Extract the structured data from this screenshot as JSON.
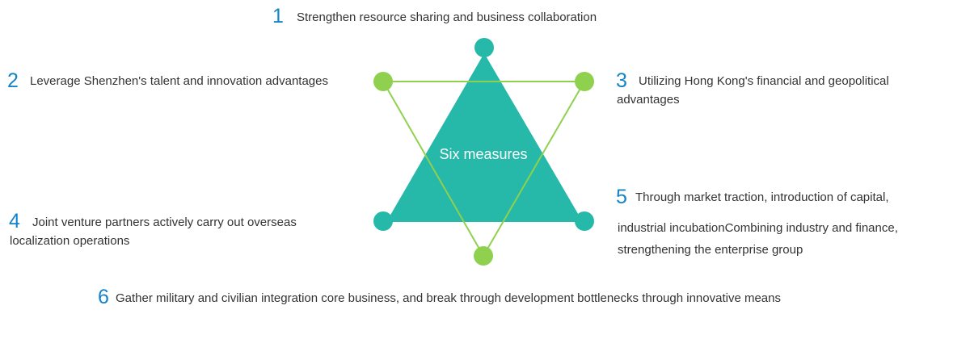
{
  "center_label": "Six measures",
  "colors": {
    "triangle": "#26b8a9",
    "inverted_triangle": "#8fd14f",
    "number": "#1384c8"
  },
  "measures": [
    {
      "number": "1",
      "lines": [
        "Strengthen resource sharing and business collaboration"
      ]
    },
    {
      "number": "2",
      "lines": [
        "Leverage Shenzhen's talent and innovation advantages"
      ]
    },
    {
      "number": "3",
      "lines": [
        "Utilizing Hong Kong's financial and geopolitical",
        "advantages"
      ]
    },
    {
      "number": "4",
      "lines": [
        "Joint venture partners actively carry out overseas",
        "localization operations"
      ]
    },
    {
      "number": "5",
      "lines": [
        "Through market traction, introduction of capital,",
        "industrial incubationCombining industry and finance,",
        "strengthening the enterprise group"
      ]
    },
    {
      "number": "6",
      "lines": [
        "Gather military and civilian integration core business, and break through development bottlenecks through innovative means"
      ]
    }
  ]
}
